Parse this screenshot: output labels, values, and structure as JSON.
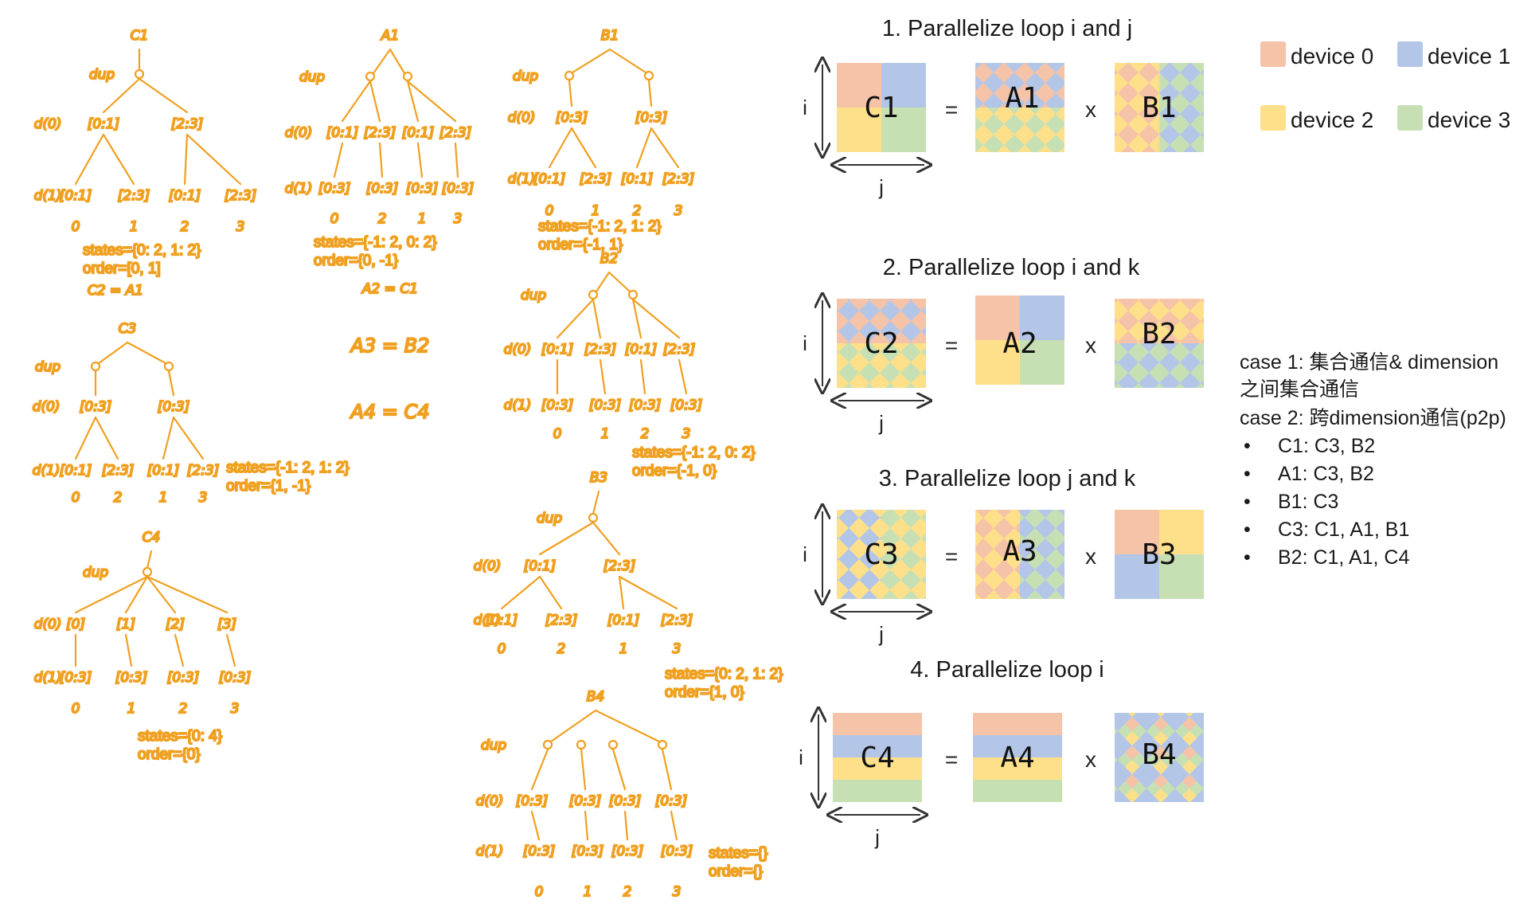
{
  "colors": {
    "device0": "#F5C3A8",
    "device1": "#B3C6E8",
    "device2": "#FFE08A",
    "device3": "#C6E0B4",
    "ink": "#F0A020"
  },
  "legend": [
    {
      "label": "device 0",
      "color": "#F5C3A8"
    },
    {
      "label": "device 1",
      "color": "#B3C6E8"
    },
    {
      "label": "device 2",
      "color": "#FFE08A"
    },
    {
      "label": "device 3",
      "color": "#C6E0B4"
    }
  ],
  "sections": [
    {
      "title": "1. Parallelize  loop  i and  j",
      "c": "C1",
      "a": "A1",
      "b": "B1"
    },
    {
      "title": "2. Parallelize  loop  i and  k",
      "c": "C2",
      "a": "A2",
      "b": "B2"
    },
    {
      "title": "3. Parallelize  loop  j and  k",
      "c": "C3",
      "a": "A3",
      "b": "B3"
    },
    {
      "title": "4. Parallelize  loop  i",
      "c": "C4",
      "a": "A4",
      "b": "B4"
    }
  ],
  "axis": {
    "i": "i",
    "j": "j",
    "eq": "=",
    "times": "x"
  },
  "cases": {
    "case1_a": "case 1: 集合通信& dimension",
    "case1_b": "之间集合通信",
    "case2": "case 2: 跨dimension通信(p2p)",
    "bullets": [
      "C1: C3, B2",
      "A1: C3, B2",
      "B1: C3",
      "C3: C1, A1, B1",
      "B2: C1, A1, C4"
    ]
  },
  "trees": {
    "C1": {
      "name": "C1",
      "top": "dup",
      "d0": "d(0)",
      "d1": "d(1)",
      "level1": [
        "[0:1]",
        "[2:3]"
      ],
      "level2": [
        "[0:1]",
        "[2:3]",
        "[0:1]",
        "[2:3]"
      ],
      "leaves": [
        "0",
        "1",
        "2",
        "3"
      ],
      "states": "states={0: 2, 1: 2}",
      "order": "order=[0, 1]",
      "extra": "C2 = A1"
    },
    "A1": {
      "name": "A1",
      "top": "dup",
      "d0": "d(0)",
      "d1": "d(1)",
      "level1": [
        "[0:1]",
        "[2:3]",
        "[0:1]",
        "[2:3]"
      ],
      "level2": [
        "[0:3]",
        "[0:3]",
        "[0:3]",
        "[0:3]"
      ],
      "leaves": [
        "0",
        "2",
        "1",
        "3"
      ],
      "states": "states={-1: 2, 0: 2}",
      "order": "order={0, -1}",
      "extra": "A2 = C1",
      "extra2": "A3 = B2",
      "extra3": "A4 = C4"
    },
    "B1": {
      "name": "B1",
      "top": "dup",
      "d0": "d(0)",
      "d1": "d(1)",
      "level1": [
        "[0:3]",
        "[0:3]"
      ],
      "level2": [
        "[0:1]",
        "[2:3]",
        "[0:1]",
        "[2:3]"
      ],
      "leaves": [
        "0",
        "1",
        "2",
        "3"
      ],
      "states": "states={-1: 2, 1: 2}",
      "order": "order={-1, 1}"
    },
    "B2": {
      "name": "B2",
      "top": "dup",
      "d0": "d(0)",
      "d1": "d(1)",
      "level1": [
        "[0:1]",
        "[2:3]",
        "[0:1]",
        "[2:3]"
      ],
      "level2": [
        "[0:3]",
        "[0:3]",
        "[0:3]",
        "[0:3]"
      ],
      "leaves": [
        "0",
        "1",
        "2",
        "3"
      ],
      "states": "states={-1: 2, 0: 2}",
      "order": "order={-1, 0}"
    },
    "C3": {
      "name": "C3",
      "top": "dup",
      "d0": "d(0)",
      "d1": "d(1)",
      "level1": [
        "[0:3]",
        "[0:3]"
      ],
      "level2": [
        "[0:1]",
        "[2:3]",
        "[0:1]",
        "[2:3]"
      ],
      "leaves": [
        "0",
        "2",
        "1",
        "3"
      ],
      "states": "states={-1: 2, 1: 2}",
      "order": "order={1, -1}"
    },
    "B3": {
      "name": "B3",
      "top": "dup",
      "d0": "d(0)",
      "d1": "d(1)",
      "level1": [
        "[0:1]",
        "[2:3]"
      ],
      "level2": [
        "[0:1]",
        "[2:3]",
        "[0:1]",
        "[2:3]"
      ],
      "leaves": [
        "0",
        "2",
        "1",
        "3"
      ],
      "states": "states={0: 2, 1: 2}",
      "order": "order={1, 0}"
    },
    "C4": {
      "name": "C4",
      "top": "dup",
      "d0": "d(0)",
      "d1": "d(1)",
      "level1": [
        "[0]",
        "[1]",
        "[2]",
        "[3]"
      ],
      "level2": [
        "[0:3]",
        "[0:3]",
        "[0:3]",
        "[0:3]"
      ],
      "leaves": [
        "0",
        "1",
        "2",
        "3"
      ],
      "states": "states={0: 4}",
      "order": "order={0}"
    },
    "B4": {
      "name": "B4",
      "top": "dup",
      "d0": "d(0)",
      "d1": "d(1)",
      "level1": [
        "[0:3]",
        "[0:3]",
        "[0:3]",
        "[0:3]"
      ],
      "level2": [
        "[0:3]",
        "[0:3]",
        "[0:3]",
        "[0:3]"
      ],
      "leaves": [
        "0",
        "1",
        "2",
        "3"
      ],
      "states": "states={}",
      "order": "order={}"
    }
  }
}
